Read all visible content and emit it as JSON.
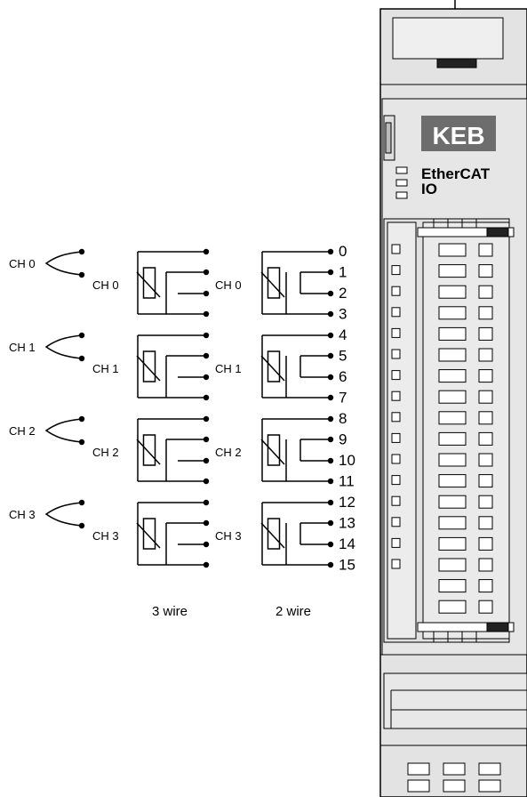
{
  "module": {
    "logo": "KEB",
    "product_line1": "EtherCAT",
    "product_line2": "IO"
  },
  "channels": [
    "CH 0",
    "CH 1",
    "CH 2",
    "CH 3"
  ],
  "terminals": [
    "0",
    "1",
    "2",
    "3",
    "4",
    "5",
    "6",
    "7",
    "8",
    "9",
    "10",
    "11",
    "12",
    "13",
    "14",
    "15"
  ],
  "captions": {
    "three_wire": "3 wire",
    "two_wire": "2 wire"
  }
}
